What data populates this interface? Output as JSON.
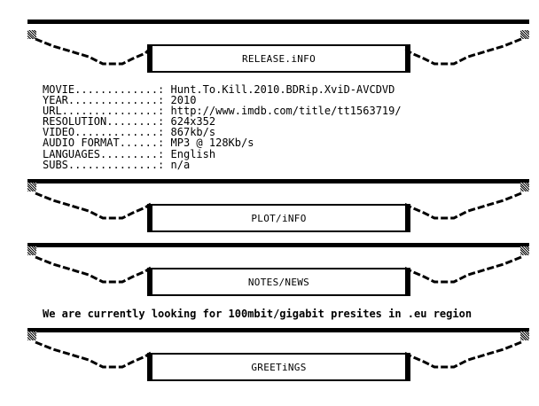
{
  "sections": {
    "release_title": "RELEASE.iNFO",
    "plot_title": "PLOT/iNFO",
    "notes_title": "NOTES/NEWS",
    "greetings_title": "GREETiNGS"
  },
  "release": [
    {
      "key": "MOVIE.............:",
      "value": "Hunt.To.Kill.2010.BDRip.XviD-AVCDVD"
    },
    {
      "key": "YEAR..............:",
      "value": "2010"
    },
    {
      "key": "URL...............:",
      "value": "http://www.imdb.com/title/tt1563719/"
    },
    {
      "key": "RESOLUTION........:",
      "value": "624x352"
    },
    {
      "key": "VIDEO.............:",
      "value": "867kb/s"
    },
    {
      "key": "AUDIO FORMAT......:",
      "value": "MP3 @ 128Kb/s"
    },
    {
      "key": "LANGUAGES.........:",
      "value": "English"
    },
    {
      "key": "SUBS..............:",
      "value": "n/a"
    }
  ],
  "notes": {
    "text": "We are currently looking for 100mbit/gigabit presites in .eu region"
  }
}
